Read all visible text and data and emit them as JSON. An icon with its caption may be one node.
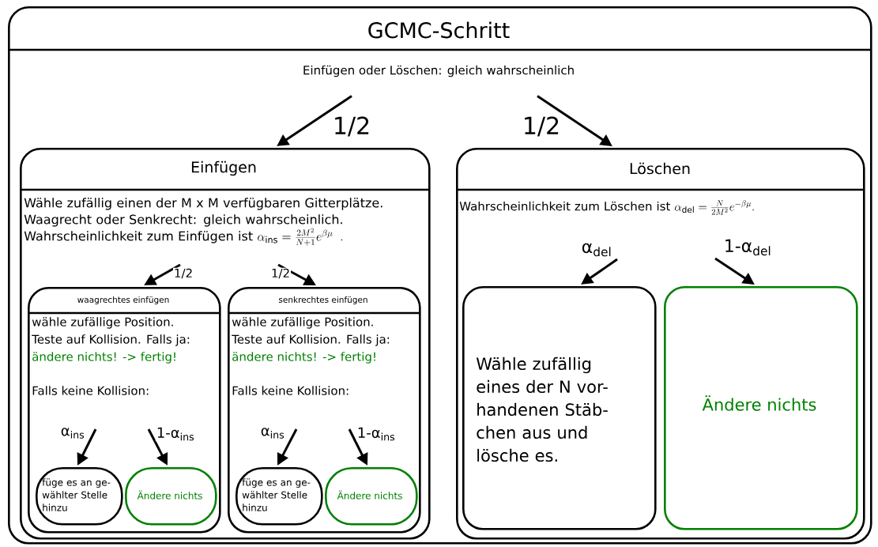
{
  "diagram": {
    "nodes": [
      {
        "text": [
          "GCMC-Schritt"
        ]
      },
      {
        "text": [
          "Einfügen oder Löschen: gleich wahrscheinlich"
        ],
        "in": 0
      },
      {
        "text": [
          "Einfügen",
          "Wähle zufällig einen der M x M verfügbaren Gitterplätze. Waagrecht oder Senkrecht: gleich wahrscheinlich. Wahrscheinlichkeit zum Einfügen ist",
          "\\alpha_{\\mathrm{ins}} = \\frac{2M^2}{N+1}e^{\\beta\\mu}\\;\\;."
        ],
        "in": 0
      },
      {
        "text": [
          "Löschen",
          "Wahrscheinlichkeit zum Löschen ist",
          "\\alpha_{\\mathrm{del}} = \\frac{N}{2M^2}e^{-\\beta\\mu}."
        ],
        "in": 0
      },
      {
        "text": [
          "waagrechtes einfügen",
          "wähle zufällige Position.",
          "Teste auf Kollision. Falls ja:",
          "ändere nichts! -> fertig!",
          "Falls keine Kollision:"
        ],
        "in": 2
      },
      {
        "text": [
          "füge es an ge- wählter Stelle hinzu"
        ],
        "in": 4
      },
      {
        "text": [
          "Ändere nichts"
        ],
        "in": 4
      },
      {
        "text": [
          "senkrechtes einfügen",
          "wähle zufällige Position.",
          "Teste auf Kollision. Falls ja:",
          "ändere nichts! -> fertig!",
          "Falls keine Kollision:"
        ],
        "in": 2
      },
      {
        "text": [
          "füge es an ge- wählter Stelle hinzu"
        ],
        "in": 7
      },
      {
        "text": [
          "Ändere nichts"
        ],
        "in": 7
      },
      {
        "text": [
          "Wähle zufällig eines der N vor- handenen Stäb- chen aus und lösche es."
        ],
        "in": 3
      },
      {
        "text": [
          "Ändere nichts"
        ],
        "in": 3
      }
    ],
    "edges": [
      {
        "from": 1,
        "to": 2,
        "arrow": "to",
        "label": "1/2"
      },
      {
        "from": 1,
        "to": 3,
        "arrow": "to",
        "label": "1/2"
      },
      {
        "from": null,
        "to": 4,
        "arrow": "to",
        "label": "1/2"
      },
      {
        "from": null,
        "to": 7,
        "arrow": "to",
        "label": "1/2"
      },
      {
        "from": null,
        "to": 5,
        "arrow": "to",
        "label": "α$_{ins}$"
      },
      {
        "from": null,
        "to": 6,
        "arrow": "to",
        "label": "1-α$_{ins}$"
      },
      {
        "from": null,
        "to": 8,
        "arrow": "to",
        "label": "α$_{ins}$"
      },
      {
        "from": null,
        "to": 9,
        "arrow": "to",
        "label": "1-α$_{ins}$"
      },
      {
        "from": null,
        "to": 10,
        "arrow": "to",
        "label": "α$_{del}$"
      },
      {
        "from": null,
        "to": 11,
        "arrow": "to",
        "label": "1-α$_{del}$"
      }
    ]
  }
}
